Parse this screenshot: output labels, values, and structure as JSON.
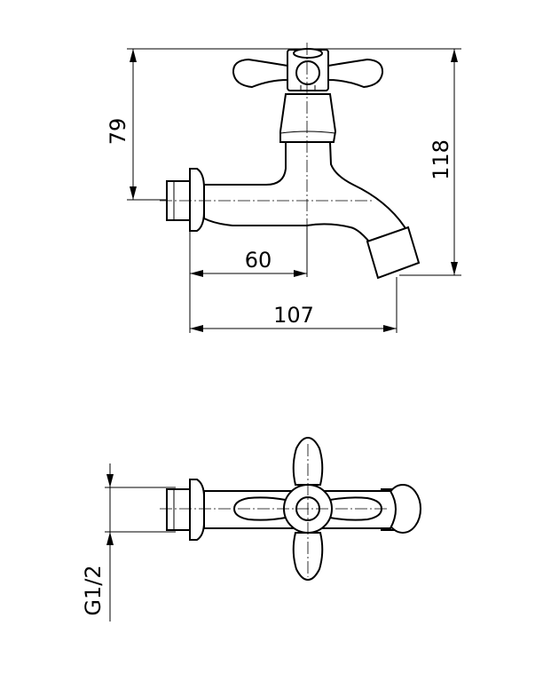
{
  "dimensions": {
    "height_to_spout_axis": "79",
    "total_height": "118",
    "wall_to_handle_axis": "60",
    "total_depth": "107",
    "thread_size": "G1/2"
  }
}
